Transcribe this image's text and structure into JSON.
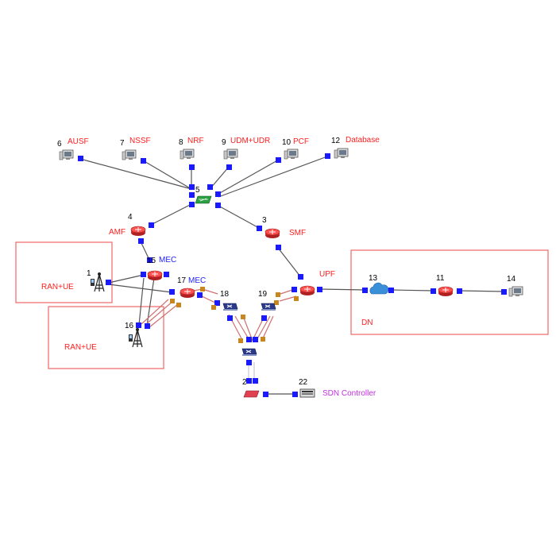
{
  "colors": {
    "link": "#555555",
    "port": "#1a1aff",
    "accent_red": "#ff2020",
    "accent_blue": "#2020ff",
    "accent_purple": "#c030e0",
    "highlight_line": "#d07070"
  },
  "nodes": {
    "ausf": {
      "num": "6",
      "label": "AUSF",
      "icon": "computer-icon"
    },
    "nssf": {
      "num": "7",
      "label": "NSSF",
      "icon": "computer-icon"
    },
    "nrf": {
      "num": "8",
      "label": "NRF",
      "icon": "computer-icon"
    },
    "udm": {
      "num": "9",
      "label": "UDM+UDR",
      "icon": "computer-icon"
    },
    "pcf": {
      "num": "10",
      "label": "PCF",
      "icon": "computer-icon"
    },
    "db": {
      "num": "12",
      "label": "Database",
      "icon": "computer-icon"
    },
    "sw5": {
      "num": "5",
      "label": "",
      "icon": "switch-icon"
    },
    "amf": {
      "num": "4",
      "label": "AMF",
      "icon": "router-icon"
    },
    "smf": {
      "num": "3",
      "label": "SMF",
      "icon": "router-icon"
    },
    "mec1": {
      "num": "15",
      "label": "MEC",
      "icon": "router-icon"
    },
    "mec2": {
      "num": "17",
      "label": "MEC",
      "icon": "router-icon"
    },
    "ran1": {
      "num": "1",
      "label": "",
      "icon": "antenna-icon"
    },
    "ran2": {
      "num": "16",
      "label": "",
      "icon": "antenna-icon"
    },
    "upf": {
      "num": "",
      "label": "UPF",
      "icon": "router-icon"
    },
    "sdn18": {
      "num": "18",
      "label": "",
      "icon": "openflow-switch-icon"
    },
    "sdn19": {
      "num": "19",
      "label": "",
      "icon": "openflow-switch-icon"
    },
    "sdn20": {
      "num": "",
      "label": "",
      "icon": "openflow-switch-icon"
    },
    "rtr21": {
      "num": "2",
      "label": "",
      "icon": "router-icon"
    },
    "ctrl": {
      "num": "22",
      "label": "SDN Controller",
      "icon": "server-icon"
    },
    "cloud": {
      "num": "13",
      "label": "",
      "icon": "cloud-icon"
    },
    "r11": {
      "num": "11",
      "label": "",
      "icon": "router-icon"
    },
    "pc14": {
      "num": "14",
      "label": "",
      "icon": "computer-icon"
    }
  },
  "groups": {
    "ran_ue_1": "RAN+UE",
    "ran_ue_2": "RAN+UE",
    "dn": "DN"
  }
}
